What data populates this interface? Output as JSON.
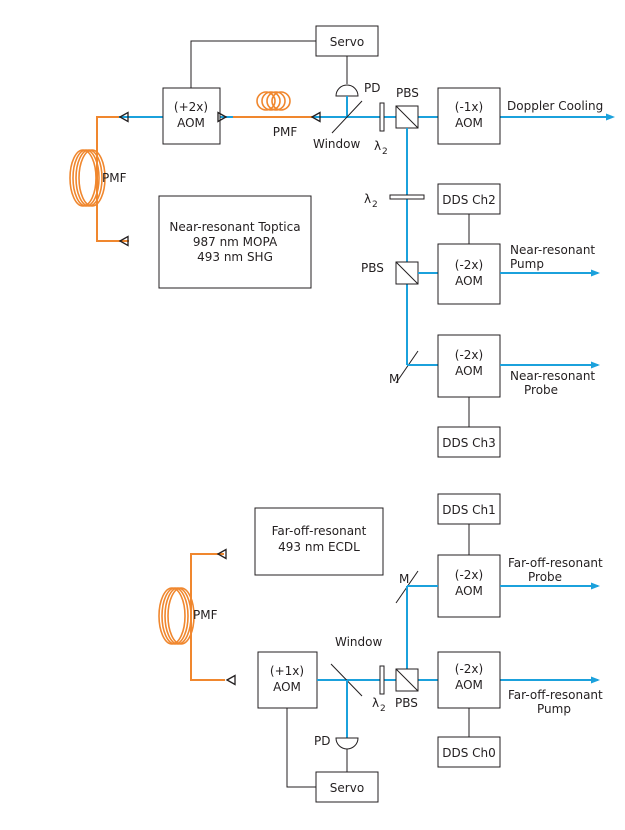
{
  "colors": {
    "beam": "#1ba1dc",
    "fiber": "#f0872e",
    "line": "#231f20"
  },
  "labels": {
    "servo": "Servo",
    "pd": "PD",
    "pbs": "PBS",
    "pmf": "PMF",
    "window": "Window",
    "mirror": "M",
    "lambda": "λ",
    "lambda_denominator": "2",
    "aom": "AOM"
  },
  "top": {
    "aom_plus2x": "(+2x)",
    "aom_minus1x": "(-1x)",
    "aom_minus2x": "(-2x)",
    "doppler_cooling": "Doppler Cooling",
    "laser": [
      "Near-resonant Toptica",
      "987 nm MOPA",
      "493 nm SHG"
    ],
    "dds_ch2": "DDS Ch2",
    "dds_ch3": "DDS Ch3",
    "pump_label": [
      "Near-resonant",
      "Pump"
    ],
    "probe_label": [
      "Near-resonant",
      "Probe"
    ]
  },
  "bottom": {
    "laser": [
      "Far-off-resonant",
      "493 nm ECDL"
    ],
    "aom_plus1x": "(+1x)",
    "aom_minus2x": "(-2x)",
    "dds_ch1": "DDS Ch1",
    "dds_ch0": "DDS Ch0",
    "probe_label": [
      "Far-off-resonant",
      "Probe"
    ],
    "pump_label": [
      "Far-off-resonant",
      "Pump"
    ]
  }
}
